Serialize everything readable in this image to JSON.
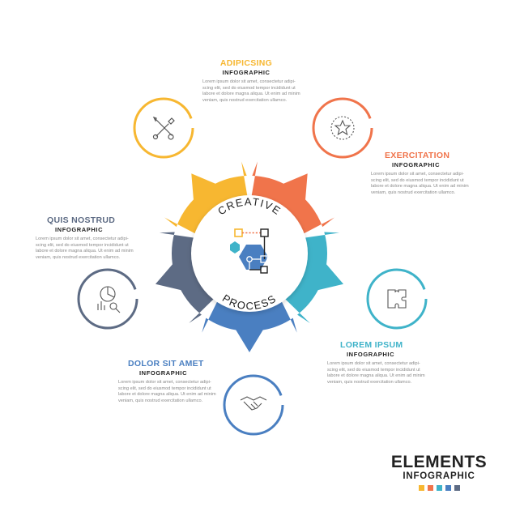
{
  "center": {
    "top": "CREATIVE",
    "bottom": "PROCESS"
  },
  "steps": [
    {
      "title": "ADIPICSING",
      "subtitle": "INFOGRAPHIC",
      "color": "#f7b731",
      "body": "Lorem ipsum dolor sit amet, consectetur adipi-\nscing elit, sed do eiusmod tempor incididunt ut\nlabore et dolore magna aliqua. Ut enim ad minim\nveniam, quis nostrud exercitation ullamco.",
      "icon": "tools-icon"
    },
    {
      "title": "EXERCITATION",
      "subtitle": "INFOGRAPHIC",
      "color": "#f0744b",
      "body": "Lorem ipsum dolor sit amet, consectetur adipi-\nscing elit, sed do eiusmod tempor incididunt ut\nlabore et dolore magna aliqua. Ut enim ad minim\nveniam, quis nostrud exercitation ullamco.",
      "icon": "star-badge-icon"
    },
    {
      "title": "LOREM IPSUM",
      "subtitle": "INFOGRAPHIC",
      "color": "#3fb3c9",
      "body": "Lorem ipsum dolor sit amet, consectetur adipi-\nscing elit, sed do eiusmod tempor incididunt ut\nlabore et dolore magna aliqua. Ut enim ad minim\nveniam, quis nostrud exercitation ullamco.",
      "icon": "puzzle-icon"
    },
    {
      "title": "DOLOR SIT AMET",
      "subtitle": "INFOGRAPHIC",
      "color": "#4a7fc1",
      "body": "Lorem ipsum dolor sit amet, consectetur adipi-\nscing elit, sed do eiusmod tempor incididunt ut\nlabore et dolore magna aliqua. Ut enim ad minim\nveniam, quis nostrud exercitation ullamco.",
      "icon": "handshake-icon"
    },
    {
      "title": "QUIS NOSTRUD",
      "subtitle": "INFOGRAPHIC",
      "color": "#5d6b84",
      "body": "Lorem ipsum dolor sit amet, consectetur adipi-\nscing elit, sed do eiusmod tempor incididunt ut\nlabore et dolore magna aliqua. Ut enim ad minim\nveniam, quis nostrud exercitation ullamco.",
      "icon": "chart-magnifier-icon"
    }
  ],
  "brand": {
    "title": "ELEMENTS",
    "subtitle": "INFOGRAPHIC",
    "swatches": [
      "#f7b731",
      "#f0744b",
      "#3fb3c9",
      "#4a7fc1",
      "#5d6b84"
    ]
  }
}
